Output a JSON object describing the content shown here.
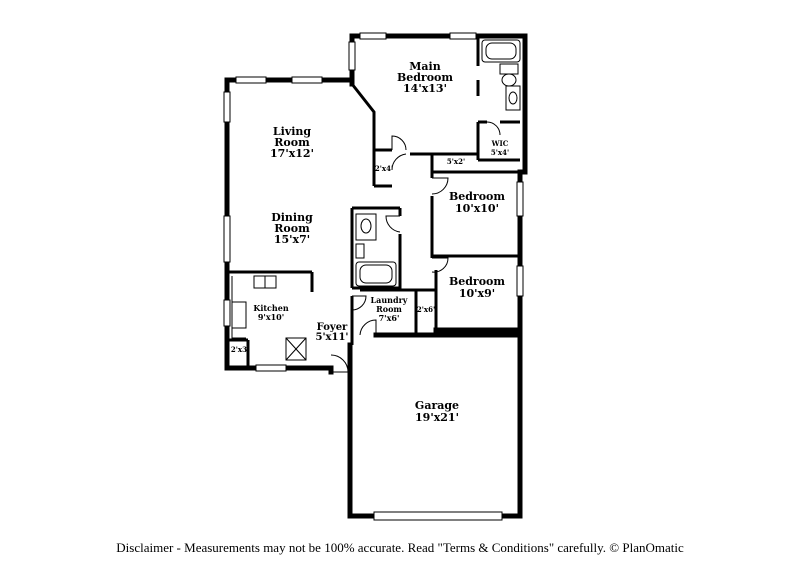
{
  "rooms": [
    {
      "id": "main-bedroom",
      "name1": "Main",
      "name2": "Bedroom",
      "dim": "14'x13'"
    },
    {
      "id": "living-room",
      "name1": "Living",
      "name2": "Room",
      "dim": "17'x12'"
    },
    {
      "id": "dining-room",
      "name1": "Dining",
      "name2": "Room",
      "dim": "15'x7'"
    },
    {
      "id": "bedroom-2",
      "name1": "Bedroom",
      "name2": "",
      "dim": "10'x10'"
    },
    {
      "id": "bedroom-3",
      "name1": "Bedroom",
      "name2": "",
      "dim": "10'x9'"
    },
    {
      "id": "kitchen",
      "name1": "Kitchen",
      "name2": "",
      "dim": "9'x10'"
    },
    {
      "id": "laundry-room",
      "name1": "Laundry",
      "name2": "Room",
      "dim": "7'x6'"
    },
    {
      "id": "foyer",
      "name1": "Foyer",
      "name2": "",
      "dim": "5'x11'"
    },
    {
      "id": "garage",
      "name1": "Garage",
      "name2": "",
      "dim": "19'x21'"
    },
    {
      "id": "wic",
      "name1": "WIC",
      "name2": "",
      "dim": "5'x4'"
    }
  ],
  "small_labels": {
    "closet_hall": "2'x4'",
    "closet_main": "5'x2'",
    "closet_laundry": "2'x6'",
    "closet_kitchen": "2'x3'"
  },
  "disclaimer": "Disclaimer - Measurements may not be 100% accurate. Read \"Terms & Conditions\" carefully. © PlanOmatic"
}
